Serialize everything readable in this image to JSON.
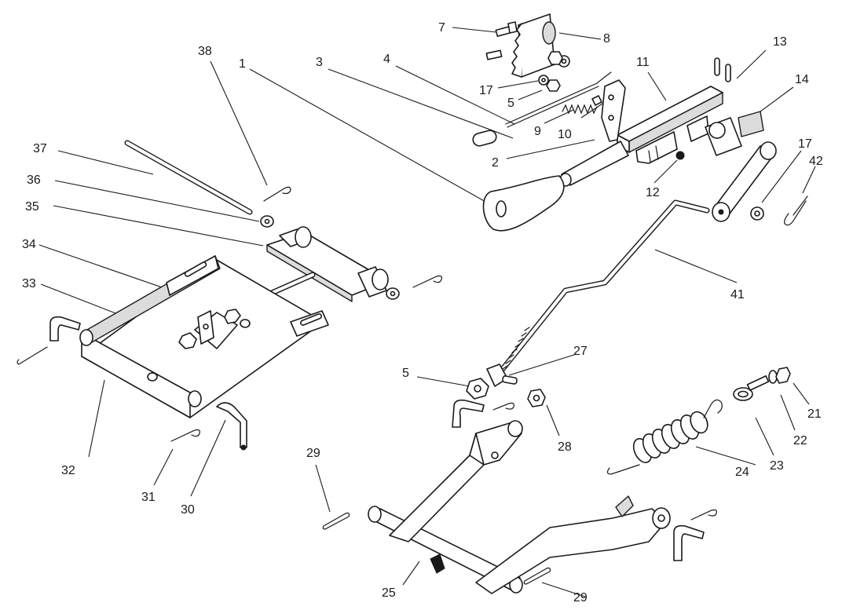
{
  "callouts": {
    "c1": "1",
    "c2": "2",
    "c3": "3",
    "c4": "4",
    "c5a": "5",
    "c5b": "5",
    "c7": "7",
    "c8": "8",
    "c9": "9",
    "c10": "10",
    "c11": "11",
    "c12": "12",
    "c13": "13",
    "c14": "14",
    "c17a": "17",
    "c17b": "17",
    "c21": "21",
    "c22": "22",
    "c23": "23",
    "c24": "24",
    "c25": "25",
    "c27": "27",
    "c28": "28",
    "c29a": "29",
    "c29b": "29",
    "c30": "30",
    "c31": "31",
    "c32": "32",
    "c33": "33",
    "c34": "34",
    "c35": "35",
    "c36": "36",
    "c37": "37",
    "c38": "38",
    "c41": "41",
    "c42": "42"
  }
}
